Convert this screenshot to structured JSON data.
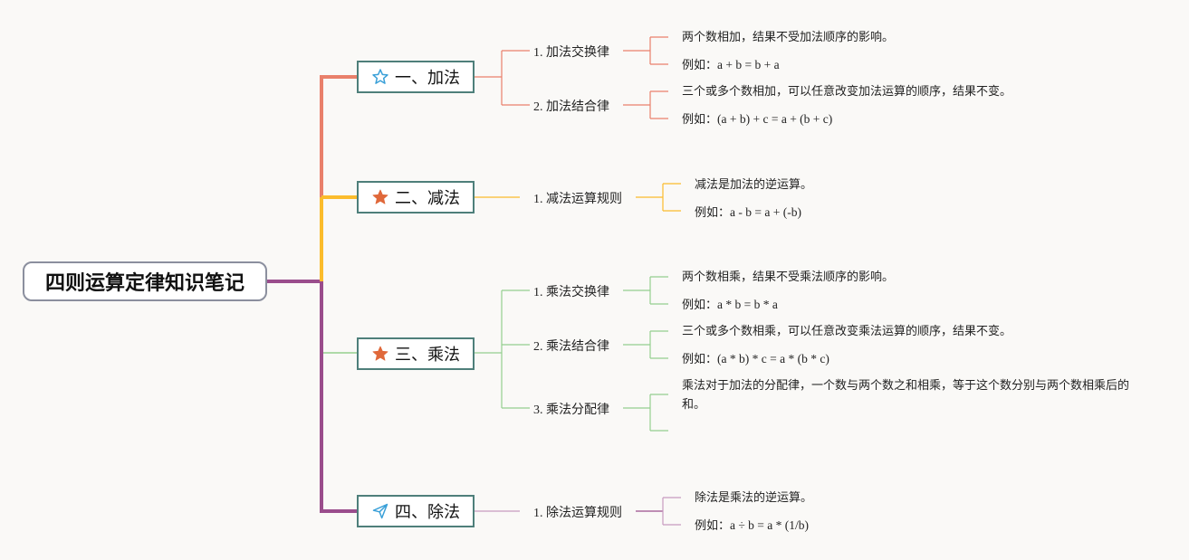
{
  "title": "四则运算定律知识笔记",
  "colors": {
    "b1": "#e9806b",
    "b2": "#fbbc2c",
    "b3": "#94cf8e",
    "b4": "#9a4d8c",
    "node_border": "#4e7f7a",
    "star_orange": "#e0683a",
    "star_blue": "#3aa0d8"
  },
  "branches": [
    {
      "label": "一、加法",
      "icon": "star-outline-icon",
      "subs": [
        {
          "label": "1. 加法交换律",
          "leaves": [
            {
              "text": "两个数相加，结果不受加法顺序的影响。"
            },
            {
              "prefix": "例如：",
              "value": "a + b = b + a"
            }
          ]
        },
        {
          "label": "2. 加法结合律",
          "leaves": [
            {
              "text": "三个或多个数相加，可以任意改变加法运算的顺序，结果不变。"
            },
            {
              "prefix": "例如：",
              "value": "(a + b) + c = a + (b + c)"
            }
          ]
        }
      ]
    },
    {
      "label": "二、减法",
      "icon": "star-filled-icon",
      "subs": [
        {
          "label": "1. 减法运算规则",
          "leaves": [
            {
              "text": "减法是加法的逆运算。"
            },
            {
              "prefix": "例如：",
              "value": "a - b = a + (-b)"
            }
          ]
        }
      ]
    },
    {
      "label": "三、乘法",
      "icon": "star-filled-icon",
      "subs": [
        {
          "label": "1. 乘法交换律",
          "leaves": [
            {
              "text": "两个数相乘，结果不受乘法顺序的影响。"
            },
            {
              "prefix": "例如：",
              "value": "a * b = b * a"
            }
          ]
        },
        {
          "label": "2. 乘法结合律",
          "leaves": [
            {
              "text": "三个或多个数相乘，可以任意改变乘法运算的顺序，结果不变。"
            },
            {
              "prefix": "例如：",
              "value": "(a * b) * c = a * (b * c)"
            }
          ]
        },
        {
          "label": "3. 乘法分配律",
          "leaves": [
            {
              "text": "乘法对于加法的分配律，一个数与两个数之和相乘，等于这个数分别与两个数相乘后的和。"
            }
          ]
        }
      ]
    },
    {
      "label": "四、除法",
      "icon": "paper-plane-icon",
      "subs": [
        {
          "label": "1. 除法运算规则",
          "leaves": [
            {
              "text": "除法是乘法的逆运算。"
            },
            {
              "prefix": "例如：",
              "value": "a ÷ b = a * (1/b)"
            }
          ]
        }
      ]
    }
  ]
}
